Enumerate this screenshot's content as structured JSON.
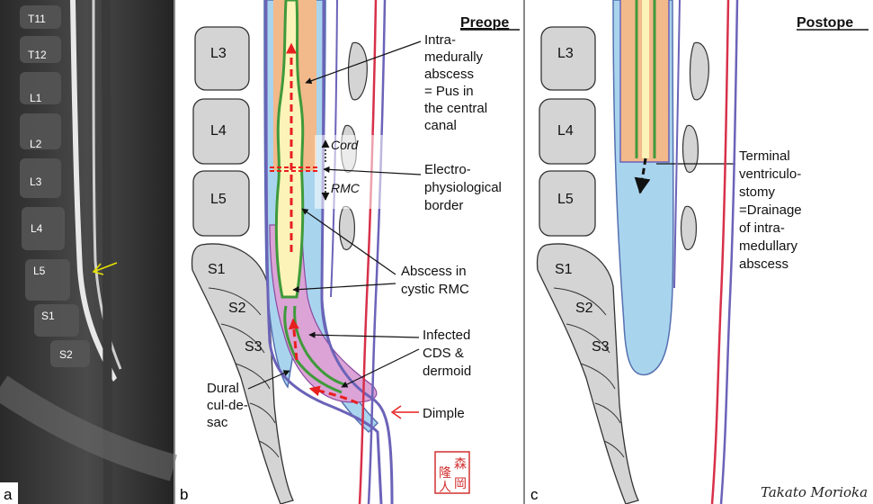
{
  "panel_a": {
    "letter": "a",
    "vertebrae": [
      "T11",
      "T12",
      "L1",
      "L2",
      "L3",
      "L4",
      "L5",
      "S1",
      "S2"
    ]
  },
  "panel_b": {
    "letter": "b",
    "title": "Preope",
    "vertebrae": [
      "L3",
      "L4",
      "L5"
    ],
    "sacral": [
      "S1",
      "S2",
      "S3"
    ],
    "abscess_label": [
      "Intra-",
      "medurally",
      "abscess",
      "= Pus in",
      "the central",
      "canal"
    ],
    "cord_label": "Cord",
    "rmc_label": "RMC",
    "border_label": [
      "Electro-",
      "physiological",
      "border"
    ],
    "cystic_label": [
      "Abscess in",
      "cystic RMC"
    ],
    "infected_label": [
      "Infected",
      "CDS &",
      "dermoid"
    ],
    "dural_label": [
      "Dural",
      "cul-de-",
      "sac"
    ],
    "dimple_label": "Dimple",
    "seal_text": [
      "森",
      "隆",
      "岡",
      "人"
    ]
  },
  "panel_c": {
    "letter": "c",
    "title": "Postope",
    "vertebrae": [
      "L3",
      "L4",
      "L5"
    ],
    "sacral": [
      "S1",
      "S2",
      "S3"
    ],
    "ventriculo_label": [
      "Terminal",
      "ventriculo-",
      "stomy",
      "=Drainage",
      "of intra-",
      "medullary",
      "abscess"
    ],
    "signature": "Takato Morioka"
  },
  "colors": {
    "bone_fill": "#d4d4d4",
    "csf_blue": "#a9d4ee",
    "cord_orange": "#f2b98a",
    "abscess_yellow": "#fbf3b8",
    "rmc_pink": "#dba3d6",
    "pia_green": "#3f9a3a",
    "dura_purple": "#6b63b8",
    "vessel_red": "#d8304a",
    "pus_arrow": "#e81f1f"
  }
}
